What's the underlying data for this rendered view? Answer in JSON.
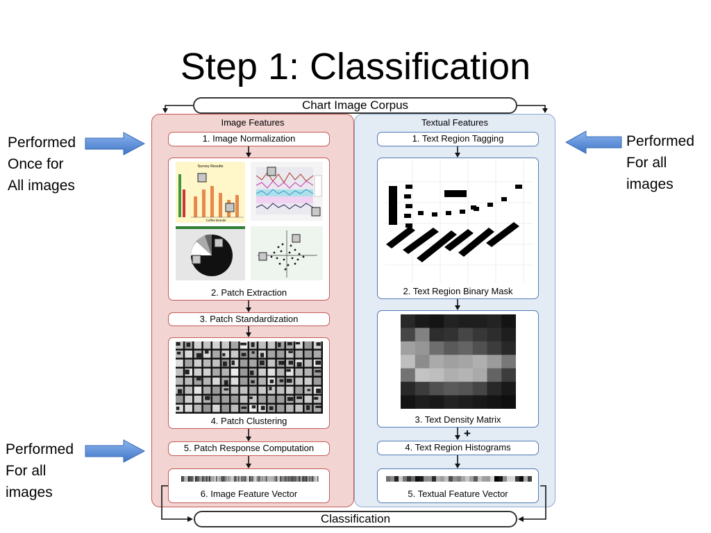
{
  "title": "Step 1: Classification",
  "side_notes": {
    "top_left": [
      "Performed",
      "Once for",
      "All images"
    ],
    "top_right": [
      "Performed",
      "For all",
      "images"
    ],
    "bottom_left": [
      "Performed",
      "For all",
      "images"
    ]
  },
  "corpus_label": "Chart Image Corpus",
  "classification_label": "Classification",
  "image_features": {
    "header": "Image Features",
    "steps": [
      "1. Image Normalization",
      "2. Patch Extraction",
      "3. Patch Standardization",
      "4. Patch Clustering",
      "5. Patch Response Computation",
      "6. Image Feature Vector"
    ],
    "thumbnail_title": "Survey Results",
    "thumbnail_xlabel": "Coffee Brands"
  },
  "textual_features": {
    "header": "Textual Features",
    "steps": [
      "1. Text Region Tagging",
      "2. Text Region Binary Mask",
      "3. Text Density Matrix",
      "4. Text Region Histograms",
      "5. Textual Feature Vector"
    ],
    "plus_sign": "+"
  },
  "colors": {
    "left_panel": "#f2d4d3",
    "left_border": "#c25a57",
    "right_panel": "#e3ebf5",
    "right_border": "#4f7ab3",
    "arrow_fill": "#5b8fd6"
  },
  "density_matrix": [
    [
      40,
      25,
      20,
      35,
      30,
      30,
      35,
      20
    ],
    [
      70,
      130,
      45,
      50,
      70,
      55,
      45,
      30
    ],
    [
      160,
      150,
      110,
      90,
      100,
      80,
      60,
      40
    ],
    [
      190,
      140,
      170,
      160,
      165,
      175,
      155,
      120
    ],
    [
      115,
      195,
      190,
      175,
      180,
      170,
      100,
      60
    ],
    [
      40,
      60,
      80,
      90,
      85,
      70,
      40,
      25
    ],
    [
      20,
      30,
      25,
      35,
      30,
      25,
      20,
      15
    ]
  ]
}
